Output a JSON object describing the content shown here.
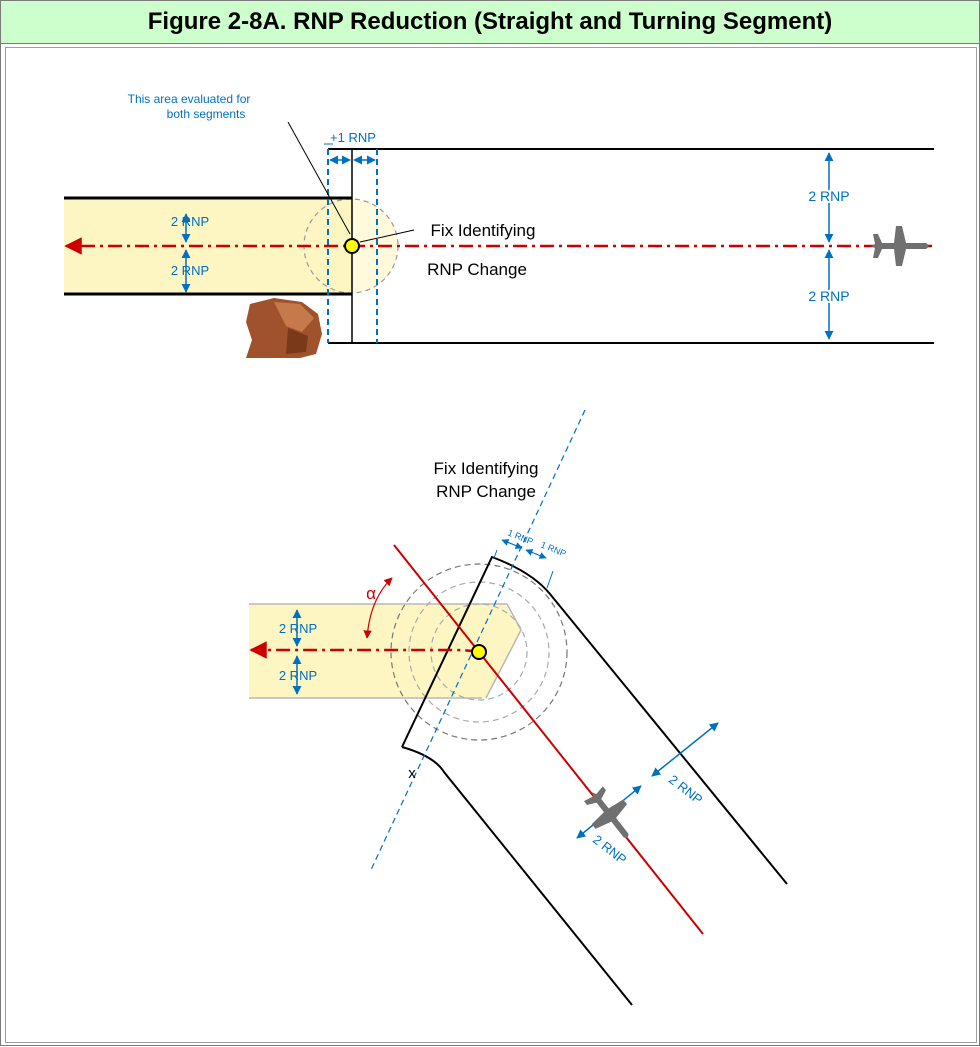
{
  "figure": {
    "title": "Figure 2-8A.  RNP Reduction (Straight and Turning Segment)"
  },
  "top_diagram": {
    "note_line1": "This area evaluated for",
    "note_line2": "both segments",
    "plus_minus_label": "+1 RNP",
    "left_upper_label": "2 RNP",
    "left_lower_label": "2 RNP",
    "right_upper_label": "2 RNP",
    "right_lower_label": "2 RNP",
    "fix_label_line1": "Fix Identifying",
    "fix_label_line2": "RNP Change"
  },
  "bottom_diagram": {
    "fix_label_line1": "Fix Identifying",
    "fix_label_line2": "RNP Change",
    "rnp_small_left": "1 RNP",
    "rnp_small_right": "1 RNP",
    "alpha_symbol": "α",
    "left_upper_label": "2 RNP",
    "left_lower_label": "2 RNP",
    "x_marker": "x",
    "right_upper_label": "2 RNP",
    "right_lower_label": "2 RNP"
  },
  "colors": {
    "rnp_blue": "#0070c0",
    "track_red": "#cc0000",
    "shade_yellow": "#fdf6c3",
    "fix_yellow": "#ffff00",
    "rock_brown": "#a0522d",
    "aircraft_gray": "#707070"
  }
}
